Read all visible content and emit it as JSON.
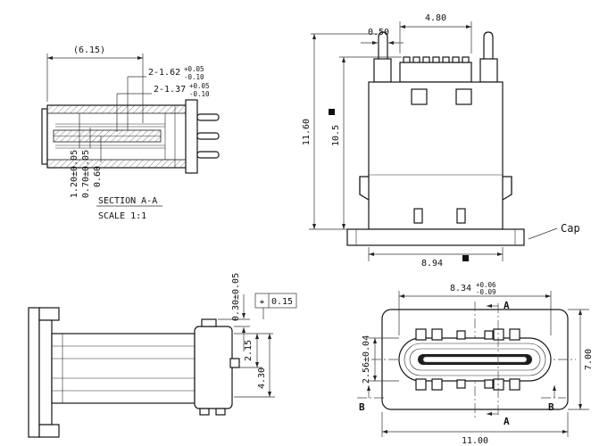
{
  "drawing": {
    "colors": {
      "line": "#161616",
      "background": "#ffffff"
    },
    "section_view": {
      "caption": "SECTION A-A",
      "scale": "SCALE 1:1",
      "dim_overall_width": "(6.15)",
      "dim_slot_outer": "2-1.62",
      "dim_slot_outer_tol_plus": "+0.05",
      "dim_slot_outer_tol_minus": "-0.10",
      "dim_slot_inner": "2-1.37",
      "dim_slot_inner_tol_plus": "+0.05",
      "dim_slot_inner_tol_minus": "-0.10",
      "dim_shell_thickness": "1.20±0.05",
      "dim_contact_height": "0.70±0.05",
      "dim_tongue_thickness": "0.60"
    },
    "front_view": {
      "dim_pin_span": "4.80",
      "dim_pin_width": "0.50",
      "dim_total_height": "11.60",
      "dim_body_height": "10.5",
      "dim_body_width": "8.94",
      "cap_label": "Cap"
    },
    "side_view": {
      "dim_offset": "0.30±0.05",
      "position_symbol": "⌖",
      "position_tolerance": "0.15",
      "dim_mid_height": "2.15",
      "dim_lower_height": "4.30"
    },
    "top_view": {
      "dim_opening_width": "8.34",
      "dim_opening_tol_plus": "+0.06",
      "dim_opening_tol_minus": "-0.09",
      "dim_opening_height": "2.56±0.04",
      "dim_body_depth": "7.00",
      "dim_body_width": "11.00",
      "section_label_a": "A",
      "section_label_b": "B"
    }
  }
}
